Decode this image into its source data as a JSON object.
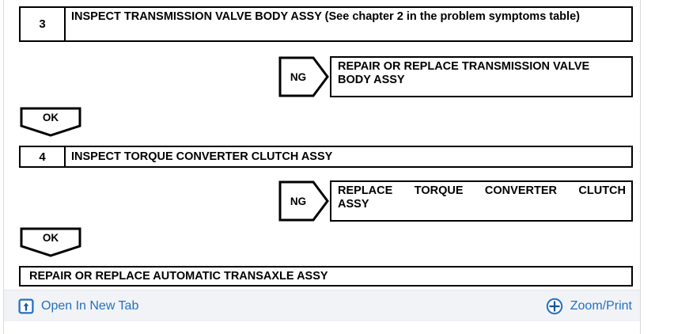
{
  "document": {
    "steps": [
      {
        "number": "3",
        "title": "INSPECT TRANSMISSION VALVE BODY ASSY (See chapter 2 in the problem symptoms table)"
      },
      {
        "number": "4",
        "title": "INSPECT TORQUE CONVERTER CLUTCH ASSY"
      }
    ],
    "ng_branches": [
      {
        "tag": "NG",
        "result_line1": "REPAIR OR REPLACE TRANSMISSION VALVE",
        "result_line2": "BODY ASSY"
      },
      {
        "tag": "NG",
        "result_words": [
          "REPLACE",
          "TORQUE",
          "CONVERTER",
          "CLUTCH"
        ],
        "result_line2": "ASSY"
      }
    ],
    "ok_tags": [
      {
        "label": "OK"
      },
      {
        "label": "OK"
      }
    ],
    "final_box": {
      "text": "REPAIR OR REPLACE AUTOMATIC TRANSAXLE ASSY"
    }
  },
  "footer": {
    "open_in_new_tab": {
      "label": "Open In New Tab",
      "icon": "open-in-new-tab-icon"
    },
    "zoom_print": {
      "label": "Zoom/Print",
      "icon": "plus-circle-icon"
    },
    "link_color": "#2570c0",
    "background": "#f1f3f7"
  }
}
